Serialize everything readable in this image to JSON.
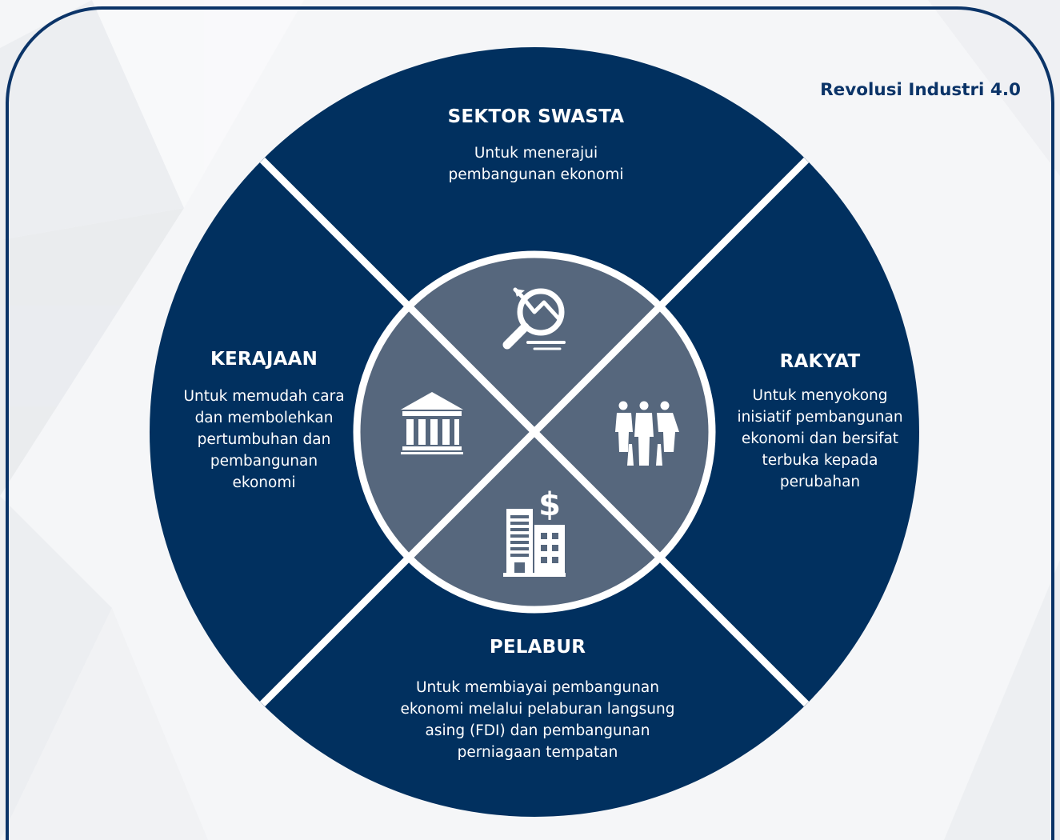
{
  "title": "Revolusi Industri 4.0",
  "colors": {
    "outer_ring": "#01305f",
    "inner_circle": "#56677d",
    "frame_border": "#0b3468",
    "divider": "#ffffff",
    "background": "#f5f6f8"
  },
  "segments": [
    {
      "key": "top",
      "title": "SEKTOR SWASTA",
      "description": [
        "Untuk menerajui",
        "pembangunan ekonomi"
      ],
      "icon": "search-analytics-icon"
    },
    {
      "key": "left",
      "title": "KERAJAAN",
      "description": [
        "Untuk memudah cara",
        "dan membolehkan",
        "pertumbuhan dan",
        "pembangunan",
        "ekonomi"
      ],
      "icon": "government-building-icon"
    },
    {
      "key": "right",
      "title": "RAKYAT",
      "description": [
        "Untuk menyokong",
        "inisiatif pembangunan",
        "ekonomi dan bersifat",
        "terbuka kepada",
        "perubahan"
      ],
      "icon": "people-group-icon"
    },
    {
      "key": "bottom",
      "title": "PELABUR",
      "description": [
        "Untuk membiayai pembangunan",
        "ekonomi melalui pelaburan langsung",
        "asing (FDI) dan pembangunan",
        "perniagaan tempatan"
      ],
      "icon": "business-investment-icon"
    }
  ]
}
